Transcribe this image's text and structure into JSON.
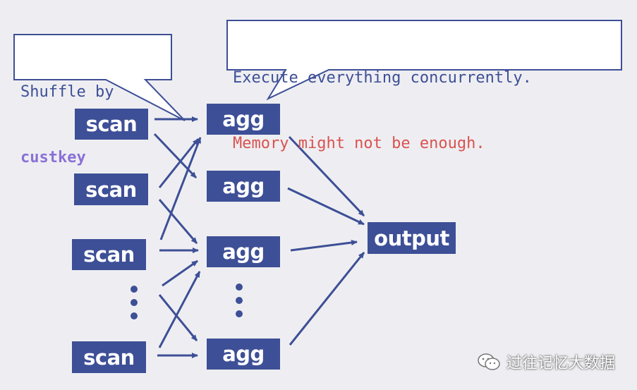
{
  "nodes": {
    "scan_label": "scan",
    "agg_label": "agg",
    "output_label": "output"
  },
  "callouts": {
    "shuffle": {
      "prefix": "Shuffle by",
      "key": "custkey"
    },
    "execute": {
      "line1": "Execute everything concurrently.",
      "line2": "Memory might not be enough."
    }
  },
  "watermark": {
    "text": "过往记忆大数据",
    "icon": "wechat-icon"
  },
  "colors": {
    "node_fill": "#3d4f96",
    "text_blue": "#3d4f96",
    "key_purple": "#8a70d6",
    "warning_red": "#d9534f",
    "background": "#eeeef2"
  }
}
